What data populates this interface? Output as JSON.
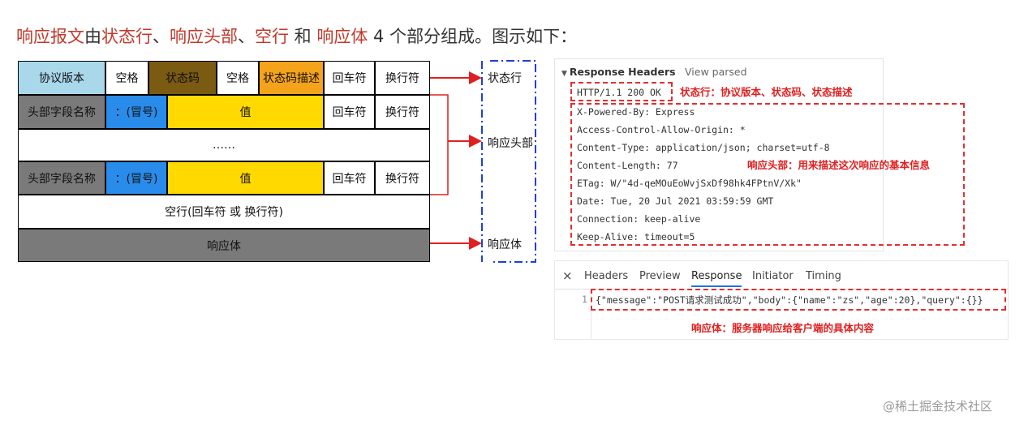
{
  "intro": {
    "part1": "响应报文",
    "part2": "由",
    "part3": "状态行",
    "part4": "、",
    "part5": "响应头部",
    "part6": "、",
    "part7": "空行",
    "part8": " 和 ",
    "part9": "响应体",
    "part10": " 4 个部分组成。图示如下："
  },
  "diagram": {
    "row1": [
      "协议版本",
      "空格",
      "状态码",
      "空格",
      "状态码描述",
      "回车符",
      "换行符"
    ],
    "row2": [
      "头部字段名称",
      "：(冒号)",
      "值",
      "回车符",
      "换行符"
    ],
    "ellipsis": "……",
    "row4": [
      "头部字段名称",
      "：(冒号)",
      "值",
      "回车符",
      "换行符"
    ],
    "blank_line": "空行(回车符 或 换行符)",
    "body": "响应体"
  },
  "side_labels": {
    "status_line": "状态行",
    "headers": "响应头部",
    "body": "响应体"
  },
  "headers_panel": {
    "title": "Response Headers",
    "view_parsed": "View parsed",
    "status_line": "HTTP/1.1 200 OK",
    "lines": [
      "X-Powered-By: Express",
      "Access-Control-Allow-Origin: *",
      "Content-Type: application/json; charset=utf-8",
      "Content-Length: 77",
      "ETag: W/\"4d-qeMOuEoWvjSxDf98hk4FPtnV/Xk\"",
      "Date: Tue, 20 Jul 2021 03:59:59 GMT",
      "Connection: keep-alive",
      "Keep-Alive: timeout=5"
    ],
    "note_status": "状态行：协议版本、状态码、状态描述",
    "note_headers": "响应头部：用来描述这次响应的基本信息"
  },
  "response_panel": {
    "close": "×",
    "tabs": [
      "Headers",
      "Preview",
      "Response",
      "Initiator",
      "Timing"
    ],
    "line_number": "1",
    "body_text": "{\"message\":\"POST请求测试成功\",\"body\":{\"name\":\"zs\",\"age\":20},\"query\":{}}",
    "note_body": "响应体：服务器响应给客户端的具体内容"
  },
  "watermark": "@稀土掘金技术社区",
  "colors": {
    "highlight": "#c0392b",
    "red_annotation": "#e02020",
    "connector_blue": "#1f3fd6",
    "devtools_tab_active": "#1a73e8"
  }
}
